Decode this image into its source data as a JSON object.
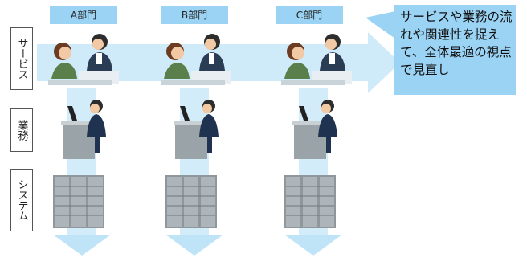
{
  "departments": [
    "A部門",
    "B部門",
    "C部門"
  ],
  "rows": [
    "サービス",
    "業務",
    "システム"
  ],
  "callout": "サービスや業務の流れや関連性を捉えて、全体最適の視点で見直し",
  "colors": {
    "accent": "#9ad3f3",
    "arrow": "#cfeaf8"
  }
}
